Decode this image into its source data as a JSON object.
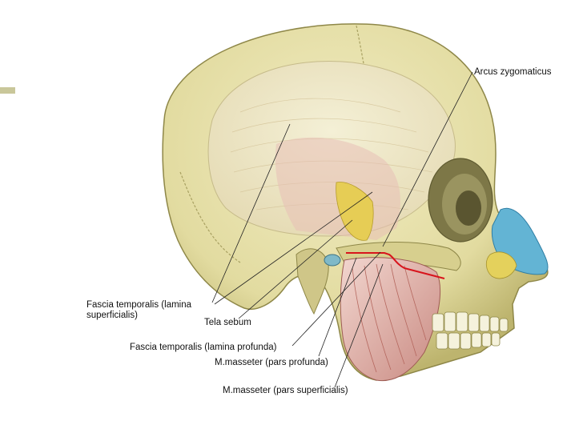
{
  "labels": {
    "arcus": "Arcus zygomaticus",
    "fascia_sup_1": "Fascia temporalis (lamina",
    "fascia_sup_2": "superficialis)",
    "tela": "Tela sebum",
    "fascia_prof": "Fascia temporalis (lamina profunda)",
    "masseter_prof": "M.masseter (pars profunda)",
    "masseter_sup": "M.masseter (pars superficialis)"
  },
  "colors": {
    "bone": "#e6e0a8",
    "bone_shade": "#c9c27c",
    "muscle": "#d9a7a0",
    "muscle_dark": "#b5685f",
    "fat": "#e4d15c",
    "cartilage_blue": "#6ab8d6",
    "accent_red": "#d8141c"
  }
}
